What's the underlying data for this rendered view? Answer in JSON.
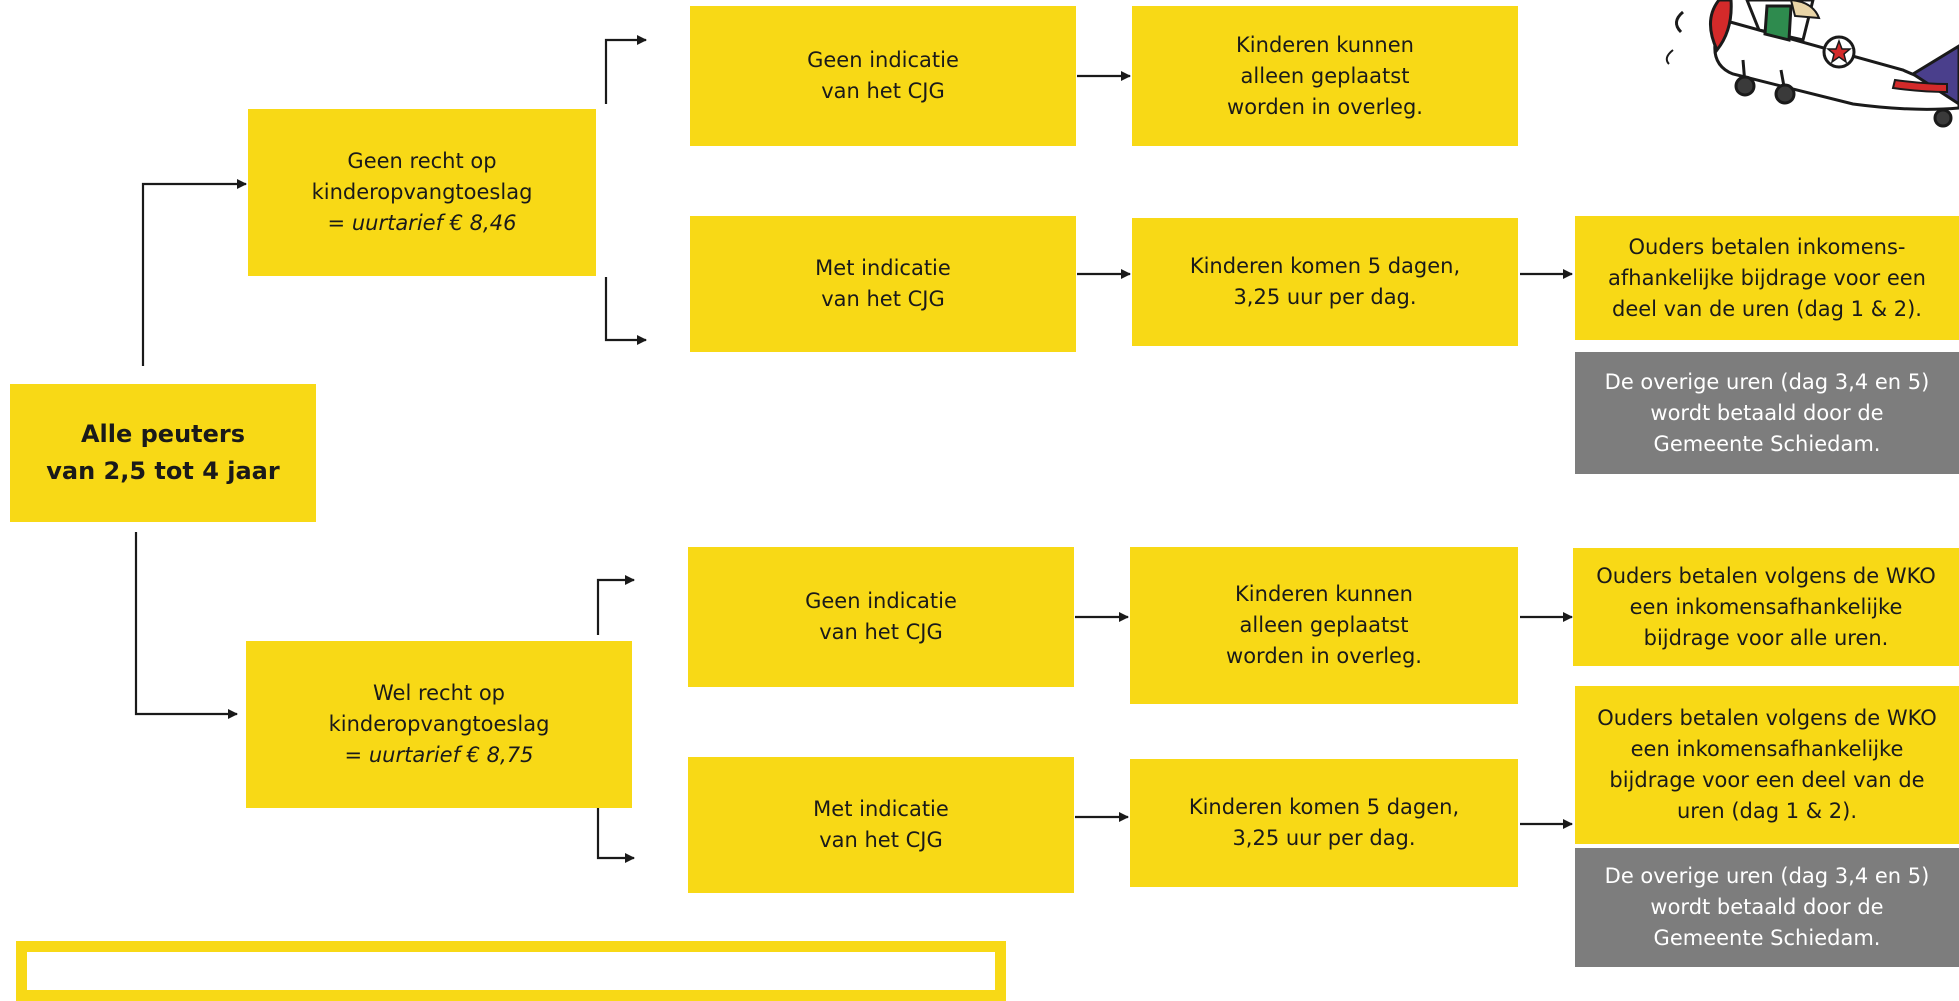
{
  "start": {
    "line1": "Alle peuters",
    "line2": "van 2,5 tot 4 jaar"
  },
  "branch_no": {
    "line1": "Geen recht op",
    "line2": "kinderopvangtoeslag",
    "rate_prefix": "= ",
    "rate": "uurtarief € 8,46"
  },
  "branch_yes": {
    "line1": "Wel recht op",
    "line2": "kinderopvangtoeslag",
    "rate_prefix": "= ",
    "rate": "uurtarief € 8,75"
  },
  "upper": {
    "no_indication": {
      "line1": "Geen indicatie",
      "line2": "van het CJG"
    },
    "no_indication_result": {
      "line1": "Kinderen kunnen",
      "line2": "alleen geplaatst",
      "line3": "worden in overleg."
    },
    "with_indication": {
      "line1": "Met indicatie",
      "line2": "van het CJG"
    },
    "with_indication_result": {
      "line1": "Kinderen komen 5 dagen,",
      "line2": "3,25 uur per dag."
    },
    "parents_pay": {
      "line1": "Ouders betalen inkomens-",
      "line2": "afhankelijke bijdrage voor een",
      "line3": "deel van de uren (dag 1 & 2)."
    },
    "municipality_pays": {
      "line1": "De overige uren (dag 3,4 en 5)",
      "line2": "wordt betaald door de",
      "line3": "Gemeente Schiedam."
    }
  },
  "lower": {
    "no_indication": {
      "line1": "Geen indicatie",
      "line2": "van het CJG"
    },
    "no_indication_result": {
      "line1": "Kinderen kunnen",
      "line2": "alleen geplaatst",
      "line3": "worden in overleg."
    },
    "no_indication_pay": {
      "line1": "Ouders betalen volgens de WKO",
      "line2": "een inkomensafhankelijke",
      "line3": "bijdrage voor alle uren."
    },
    "with_indication": {
      "line1": "Met indicatie",
      "line2": "van het CJG"
    },
    "with_indication_result": {
      "line1": "Kinderen komen 5 dagen,",
      "line2": "3,25 uur per dag."
    },
    "parents_pay": {
      "line1": "Ouders betalen volgens de WKO",
      "line2": "een inkomensafhankelijke",
      "line3": "bijdrage voor een deel van de",
      "line4": "uren (dag 1 & 2)."
    },
    "municipality_pays": {
      "line1": "De overige uren (dag 3,4 en 5)",
      "line2": "wordt betaald door de",
      "line3": "Gemeente Schiedam."
    }
  },
  "colors": {
    "box": "#f8d916",
    "gray": "#7d7d7d",
    "arrow": "#1a1a1a"
  }
}
